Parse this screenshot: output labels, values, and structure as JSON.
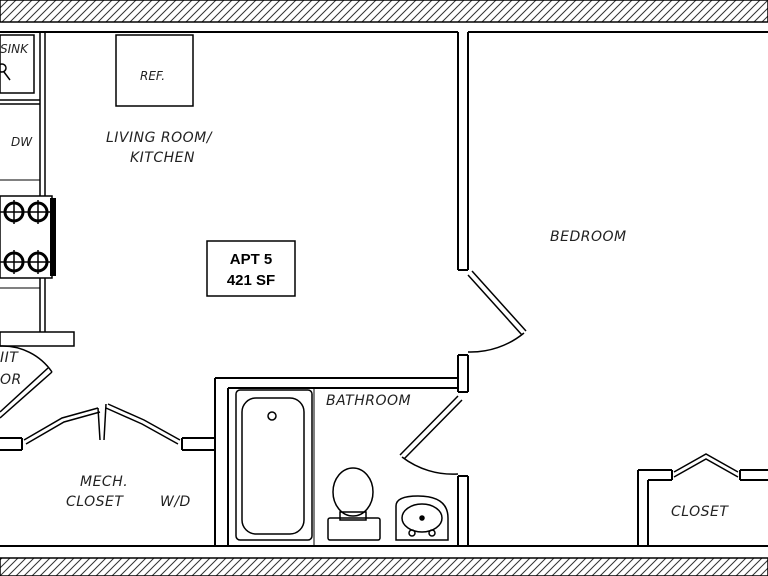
{
  "rooms": {
    "living_kitchen_line1": "LIVING ROOM/",
    "living_kitchen_line2": "KITCHEN",
    "bedroom": "BEDROOM",
    "bathroom": "BATHROOM",
    "mech_closet_line1": "MECH.",
    "mech_closet_line2": "CLOSET",
    "washer_dryer": "W/D",
    "closet": "CLOSET",
    "partial_label_line1": "IIT",
    "partial_label_line2": "OR"
  },
  "fixtures": {
    "sink": "SINK",
    "refrigerator": "REF.",
    "dishwasher": "DW"
  },
  "unit": {
    "name": "APT 5",
    "area": "421 SF"
  },
  "icons": [
    "range-burner-icon",
    "bathtub-icon",
    "toilet-icon",
    "lavatory-icon",
    "faucet-icon"
  ]
}
